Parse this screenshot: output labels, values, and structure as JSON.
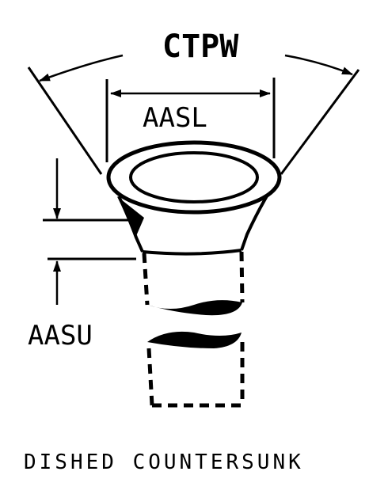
{
  "labels": {
    "ctpw": "CTPW",
    "aasl": "AASL",
    "aasu": "AASU"
  },
  "caption": "DISHED COUNTERSUNK",
  "colors": {
    "ink": "#000000",
    "paper": "#ffffff"
  }
}
